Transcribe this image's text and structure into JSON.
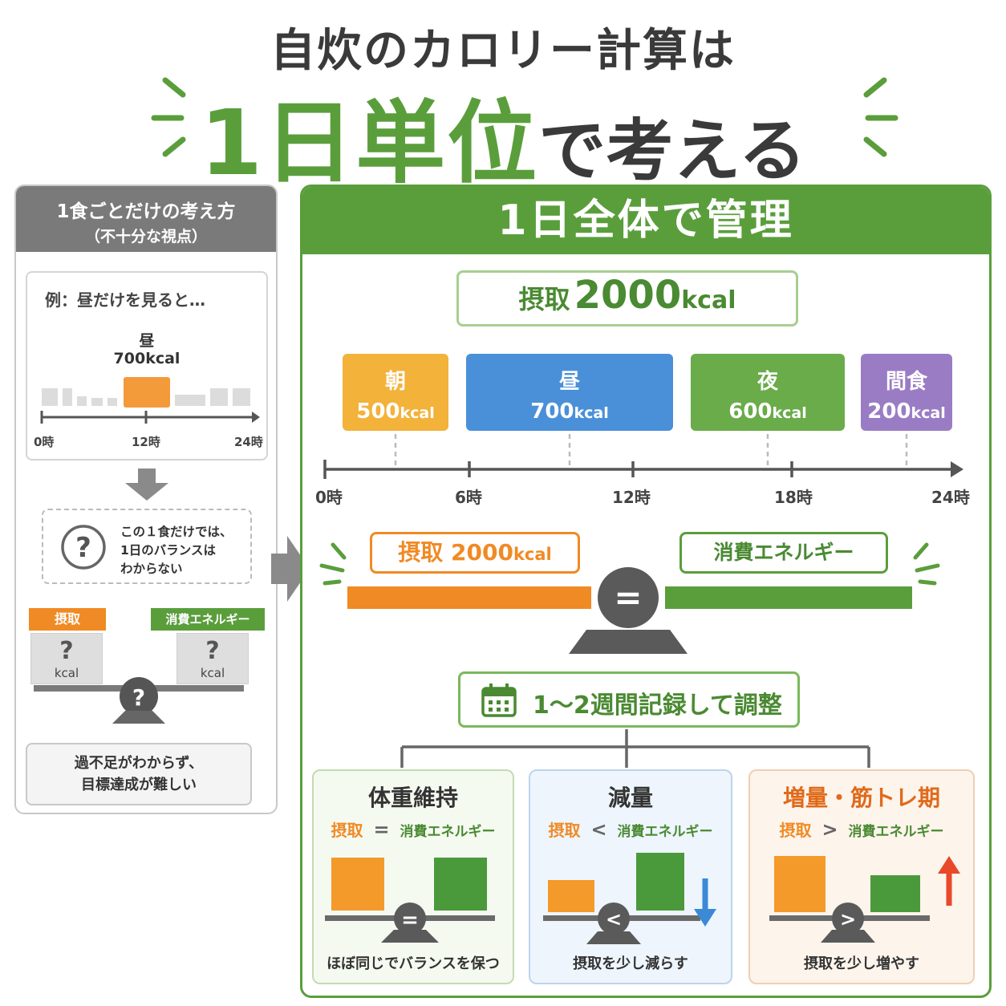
{
  "title": {
    "line1": "自炊のカロリー計算は",
    "highlight": "1日単位",
    "rest": "で考える"
  },
  "left": {
    "header_line1": "1食ごとだけの考え方",
    "header_line2": "（不十分な視点）",
    "example_title": "例：昼だけを見ると…",
    "lunch_label": "昼",
    "lunch_kcal": "700kcal",
    "axis_labels": [
      "0時",
      "12時",
      "24時"
    ],
    "question_mark": "?",
    "question_text": "この１食だけでは、\n1日のバランスは\nわからない",
    "intake_tag": "摂取",
    "expenditure_tag": "消費エネルギー",
    "unknown_mark": "?",
    "kcal_unit": "kcal",
    "bottom_note": "過不足がわからず、\n目標達成が難しい"
  },
  "right": {
    "header": "1日全体で管理",
    "intake_label": "摂取",
    "intake_value": "2000",
    "intake_unit": "kcal",
    "meals": [
      {
        "name": "朝",
        "kcal": "500",
        "unit": "kcal",
        "color": "#f3b23a"
      },
      {
        "name": "昼",
        "kcal": "700",
        "unit": "kcal",
        "color": "#4a90d9"
      },
      {
        "name": "夜",
        "kcal": "600",
        "unit": "kcal",
        "color": "#6aab4a"
      },
      {
        "name": "間食",
        "kcal": "200",
        "unit": "kcal",
        "color": "#9a7cc4"
      }
    ],
    "timeline_labels": [
      "0時",
      "6時",
      "12時",
      "18時",
      "24時"
    ],
    "balance_intake": "摂取 2000",
    "balance_intake_unit": "kcal",
    "balance_expenditure": "消費エネルギー",
    "equals": "=",
    "record_text": "1〜2週間記録して調整",
    "cards": [
      {
        "title": "体重維持",
        "intake": "摂取",
        "op": "=",
        "exp": "消費エネルギー",
        "note": "ほぼ同じでバランスを保つ"
      },
      {
        "title": "減量",
        "intake": "摂取",
        "op": "<",
        "exp": "消費エネルギー",
        "note": "摂取を少し減らす"
      },
      {
        "title": "増量・筋トレ期",
        "intake": "摂取",
        "op": ">",
        "exp": "消費エネルギー",
        "note": "摂取を少し増やす"
      }
    ]
  },
  "colors": {
    "green": "#5a9e3c",
    "orange": "#f08a24",
    "grey": "#7a7a7a",
    "blue": "#4a90d9",
    "red": "#e8492a"
  }
}
